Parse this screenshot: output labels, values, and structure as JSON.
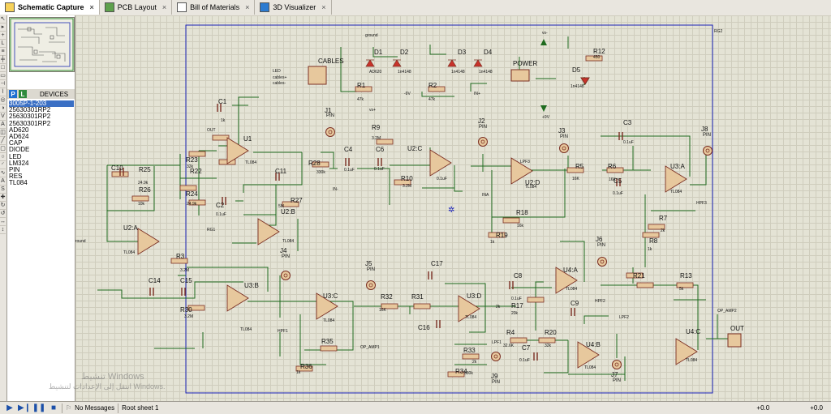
{
  "tabs": [
    {
      "label": "Schematic Capture",
      "active": true
    },
    {
      "label": "PCB Layout",
      "active": false
    },
    {
      "label": "Bill of Materials",
      "active": false
    },
    {
      "label": "3D Visualizer",
      "active": false
    }
  ],
  "tab_close": "×",
  "devices": {
    "p_button": "P",
    "l_button": "L",
    "title": "DEVICES",
    "items": [
      "3005P-1-203",
      "25630301RP2",
      "25630301RP2",
      "25630301RP2",
      "AD620",
      "AD624",
      "CAP",
      "DIODE",
      "LED",
      "LM324",
      "PIN",
      "RES",
      "TL084"
    ]
  },
  "status": {
    "messages": "No Messages",
    "sheet": "Root sheet 1",
    "coord1": "+0.0",
    "coord2": "+0.0"
  },
  "watermark": {
    "line1": "تنشيط Windows",
    "line2": "انتقل إلى الإعدادات لتنشيط Windows."
  },
  "schematic": {
    "labels": [
      {
        "t": "CABLES",
        "s": 8
      },
      {
        "t": "POWER",
        "s": 8
      },
      {
        "t": "OUT",
        "s": 8
      },
      {
        "t": "D1",
        "s": 8
      },
      {
        "t": "D2",
        "s": 8
      },
      {
        "t": "D3",
        "s": 8
      },
      {
        "t": "D4",
        "s": 8
      },
      {
        "t": "D5",
        "s": 8
      },
      {
        "t": "R1",
        "s": 8
      },
      {
        "t": "R2",
        "s": 8
      },
      {
        "t": "R12",
        "s": 8
      },
      {
        "t": "R9",
        "s": 8
      },
      {
        "t": "R10",
        "s": 8
      },
      {
        "t": "U1",
        "s": 8
      },
      {
        "t": "U2:C",
        "s": 8
      },
      {
        "t": "U2:B",
        "s": 8
      },
      {
        "t": "U2:A",
        "s": 8
      },
      {
        "t": "U2:D",
        "s": 8
      },
      {
        "t": "U3:A",
        "s": 8
      },
      {
        "t": "U3:B",
        "s": 8
      },
      {
        "t": "U3:C",
        "s": 8
      },
      {
        "t": "U3:D",
        "s": 8
      },
      {
        "t": "U4:A",
        "s": 8
      },
      {
        "t": "U4:B",
        "s": 8
      },
      {
        "t": "U4:C",
        "s": 8
      },
      {
        "t": "C1",
        "s": 8
      },
      {
        "t": "C2",
        "s": 8
      },
      {
        "t": "C3",
        "s": 8
      },
      {
        "t": "C4",
        "s": 8
      },
      {
        "t": "C5",
        "s": 8
      },
      {
        "t": "C6",
        "s": 8
      },
      {
        "t": "C7",
        "s": 8
      },
      {
        "t": "C8",
        "s": 8
      },
      {
        "t": "C9",
        "s": 8
      },
      {
        "t": "C10",
        "s": 8
      },
      {
        "t": "C11",
        "s": 8
      },
      {
        "t": "C14",
        "s": 8
      },
      {
        "t": "C15",
        "s": 8
      },
      {
        "t": "C16",
        "s": 8
      },
      {
        "t": "C17",
        "s": 8
      },
      {
        "t": "R3",
        "s": 8
      },
      {
        "t": "R4",
        "s": 8
      },
      {
        "t": "R5",
        "s": 8
      },
      {
        "t": "R6",
        "s": 8
      },
      {
        "t": "R7",
        "s": 8
      },
      {
        "t": "R8",
        "s": 8
      },
      {
        "t": "R13",
        "s": 8
      },
      {
        "t": "R17",
        "s": 8
      },
      {
        "t": "R18",
        "s": 8
      },
      {
        "t": "R19",
        "s": 8
      },
      {
        "t": "R20",
        "s": 8
      },
      {
        "t": "R21",
        "s": 8
      },
      {
        "t": "R22",
        "s": 8
      },
      {
        "t": "R23",
        "s": 8
      },
      {
        "t": "R24",
        "s": 8
      },
      {
        "t": "R25",
        "s": 8
      },
      {
        "t": "R26",
        "s": 8
      },
      {
        "t": "R27",
        "s": 8
      },
      {
        "t": "R28",
        "s": 8
      },
      {
        "t": "R30",
        "s": 8
      },
      {
        "t": "R31",
        "s": 8
      },
      {
        "t": "R32",
        "s": 8
      },
      {
        "t": "R33",
        "s": 8
      },
      {
        "t": "R34",
        "s": 8
      },
      {
        "t": "R35",
        "s": 8
      },
      {
        "t": "R36",
        "s": 8
      },
      {
        "t": "J1",
        "s": 8
      },
      {
        "t": "J2",
        "s": 8
      },
      {
        "t": "J3",
        "s": 8
      },
      {
        "t": "J4",
        "s": 8
      },
      {
        "t": "J5",
        "s": 8
      },
      {
        "t": "J6",
        "s": 8
      },
      {
        "t": "J7",
        "s": 8
      },
      {
        "t": "J8",
        "s": 8
      },
      {
        "t": "J9",
        "s": 8
      },
      {
        "t": "PIN",
        "s": 6
      },
      {
        "t": "PIN",
        "s": 6
      },
      {
        "t": "PIN",
        "s": 6
      },
      {
        "t": "PIN",
        "s": 6
      },
      {
        "t": "PIN",
        "s": 6
      },
      {
        "t": "PIN",
        "s": 6
      },
      {
        "t": "PIN",
        "s": 6
      },
      {
        "t": "PIN",
        "s": 6
      },
      {
        "t": "PIN",
        "s": 6
      },
      {
        "t": "47k",
        "s": 5
      },
      {
        "t": "47k",
        "s": 5
      },
      {
        "t": "450",
        "s": 5
      },
      {
        "t": "3.2M",
        "s": 5
      },
      {
        "t": "3.2M",
        "s": 5
      },
      {
        "t": "3.2M",
        "s": 5
      },
      {
        "t": "3.2M",
        "s": 5
      },
      {
        "t": "16K",
        "s": 5
      },
      {
        "t": "16K",
        "s": 5
      },
      {
        "t": "16K",
        "s": 5
      },
      {
        "t": "16k",
        "s": 5
      },
      {
        "t": "2k",
        "s": 5
      },
      {
        "t": "2k",
        "s": 5
      },
      {
        "t": "2k",
        "s": 5
      },
      {
        "t": "1k",
        "s": 5
      },
      {
        "t": "1k",
        "s": 5
      },
      {
        "t": "1k",
        "s": 5
      },
      {
        "t": "5k",
        "s": 5
      },
      {
        "t": "20k",
        "s": 5
      },
      {
        "t": "32.6K",
        "s": 5
      },
      {
        "t": "32k",
        "s": 5
      },
      {
        "t": "32k",
        "s": 5
      },
      {
        "t": "24.9k",
        "s": 5
      },
      {
        "t": "24.9k",
        "s": 5
      },
      {
        "t": "10k",
        "s": 5
      },
      {
        "t": "5M",
        "s": 5
      },
      {
        "t": "330k",
        "s": 5
      },
      {
        "t": "330k",
        "s": 5
      },
      {
        "t": "1k",
        "s": 5
      },
      {
        "t": "0.1uF",
        "s": 5
      },
      {
        "t": "0.1uF",
        "s": 5
      },
      {
        "t": "0.1uF",
        "s": 5
      },
      {
        "t": "0.1uF",
        "s": 5
      },
      {
        "t": "0.1uF",
        "s": 5
      },
      {
        "t": "0.1uF",
        "s": 5
      },
      {
        "t": "0.1uF",
        "s": 5
      },
      {
        "t": "0.1uF",
        "s": 5
      },
      {
        "t": "TL084",
        "s": 5
      },
      {
        "t": "TL084",
        "s": 5
      },
      {
        "t": "TL084",
        "s": 5
      },
      {
        "t": "TL084",
        "s": 5
      },
      {
        "t": "TL084",
        "s": 5
      },
      {
        "t": "TL084",
        "s": 5
      },
      {
        "t": "TL084",
        "s": 5
      },
      {
        "t": "TL084",
        "s": 5
      },
      {
        "t": "TL084",
        "s": 5
      },
      {
        "t": "TL084",
        "s": 5
      },
      {
        "t": "TL084",
        "s": 5
      },
      {
        "t": "AD620",
        "s": 5
      },
      {
        "t": "1n4148",
        "s": 5
      },
      {
        "t": "1n4148",
        "s": 5
      },
      {
        "t": "1n4148",
        "s": 5
      },
      {
        "t": "1n4148",
        "s": 5
      },
      {
        "t": "LED",
        "s": 5
      },
      {
        "t": "cables+",
        "s": 5
      },
      {
        "t": "cables-",
        "s": 5
      },
      {
        "t": "ground",
        "s": 5
      },
      {
        "t": "ground",
        "s": 5
      },
      {
        "t": "vs+",
        "s": 5
      },
      {
        "t": "vs-",
        "s": 5
      },
      {
        "t": "+9V",
        "s": 5
      },
      {
        "t": "-9V",
        "s": 5
      },
      {
        "t": "IN+",
        "s": 5
      },
      {
        "t": "IN-",
        "s": 5
      },
      {
        "t": "INA",
        "s": 5
      },
      {
        "t": "HPF1",
        "s": 5
      },
      {
        "t": "HPF2",
        "s": 5
      },
      {
        "t": "HPF3",
        "s": 5
      },
      {
        "t": "LPF1",
        "s": 5
      },
      {
        "t": "LPF2",
        "s": 5
      },
      {
        "t": "LPF3",
        "s": 5
      },
      {
        "t": "OP_AMP1",
        "s": 5
      },
      {
        "t": "OP_AMP2",
        "s": 5
      },
      {
        "t": "OUT",
        "s": 5
      },
      {
        "t": "RG1",
        "s": 5
      },
      {
        "t": "RG2",
        "s": 5
      }
    ]
  }
}
